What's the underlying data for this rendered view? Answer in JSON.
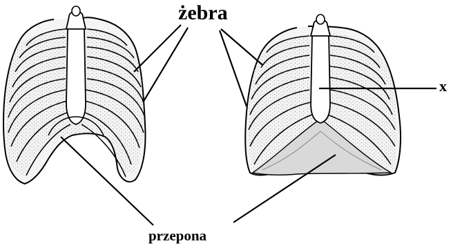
{
  "labels": {
    "ribs": "żebra",
    "diaphragm": "przepona",
    "unknown": "x"
  },
  "colors": {
    "ink": "#000000",
    "bone_fill": "#f4f4f4",
    "dots": "#7a7a7a",
    "diaphragm_fill": "#d9d9d9"
  },
  "figures": [
    {
      "name": "rib-cage-exhale",
      "state": "diaphragm raised"
    },
    {
      "name": "rib-cage-inhale",
      "state": "diaphragm flattened"
    }
  ]
}
